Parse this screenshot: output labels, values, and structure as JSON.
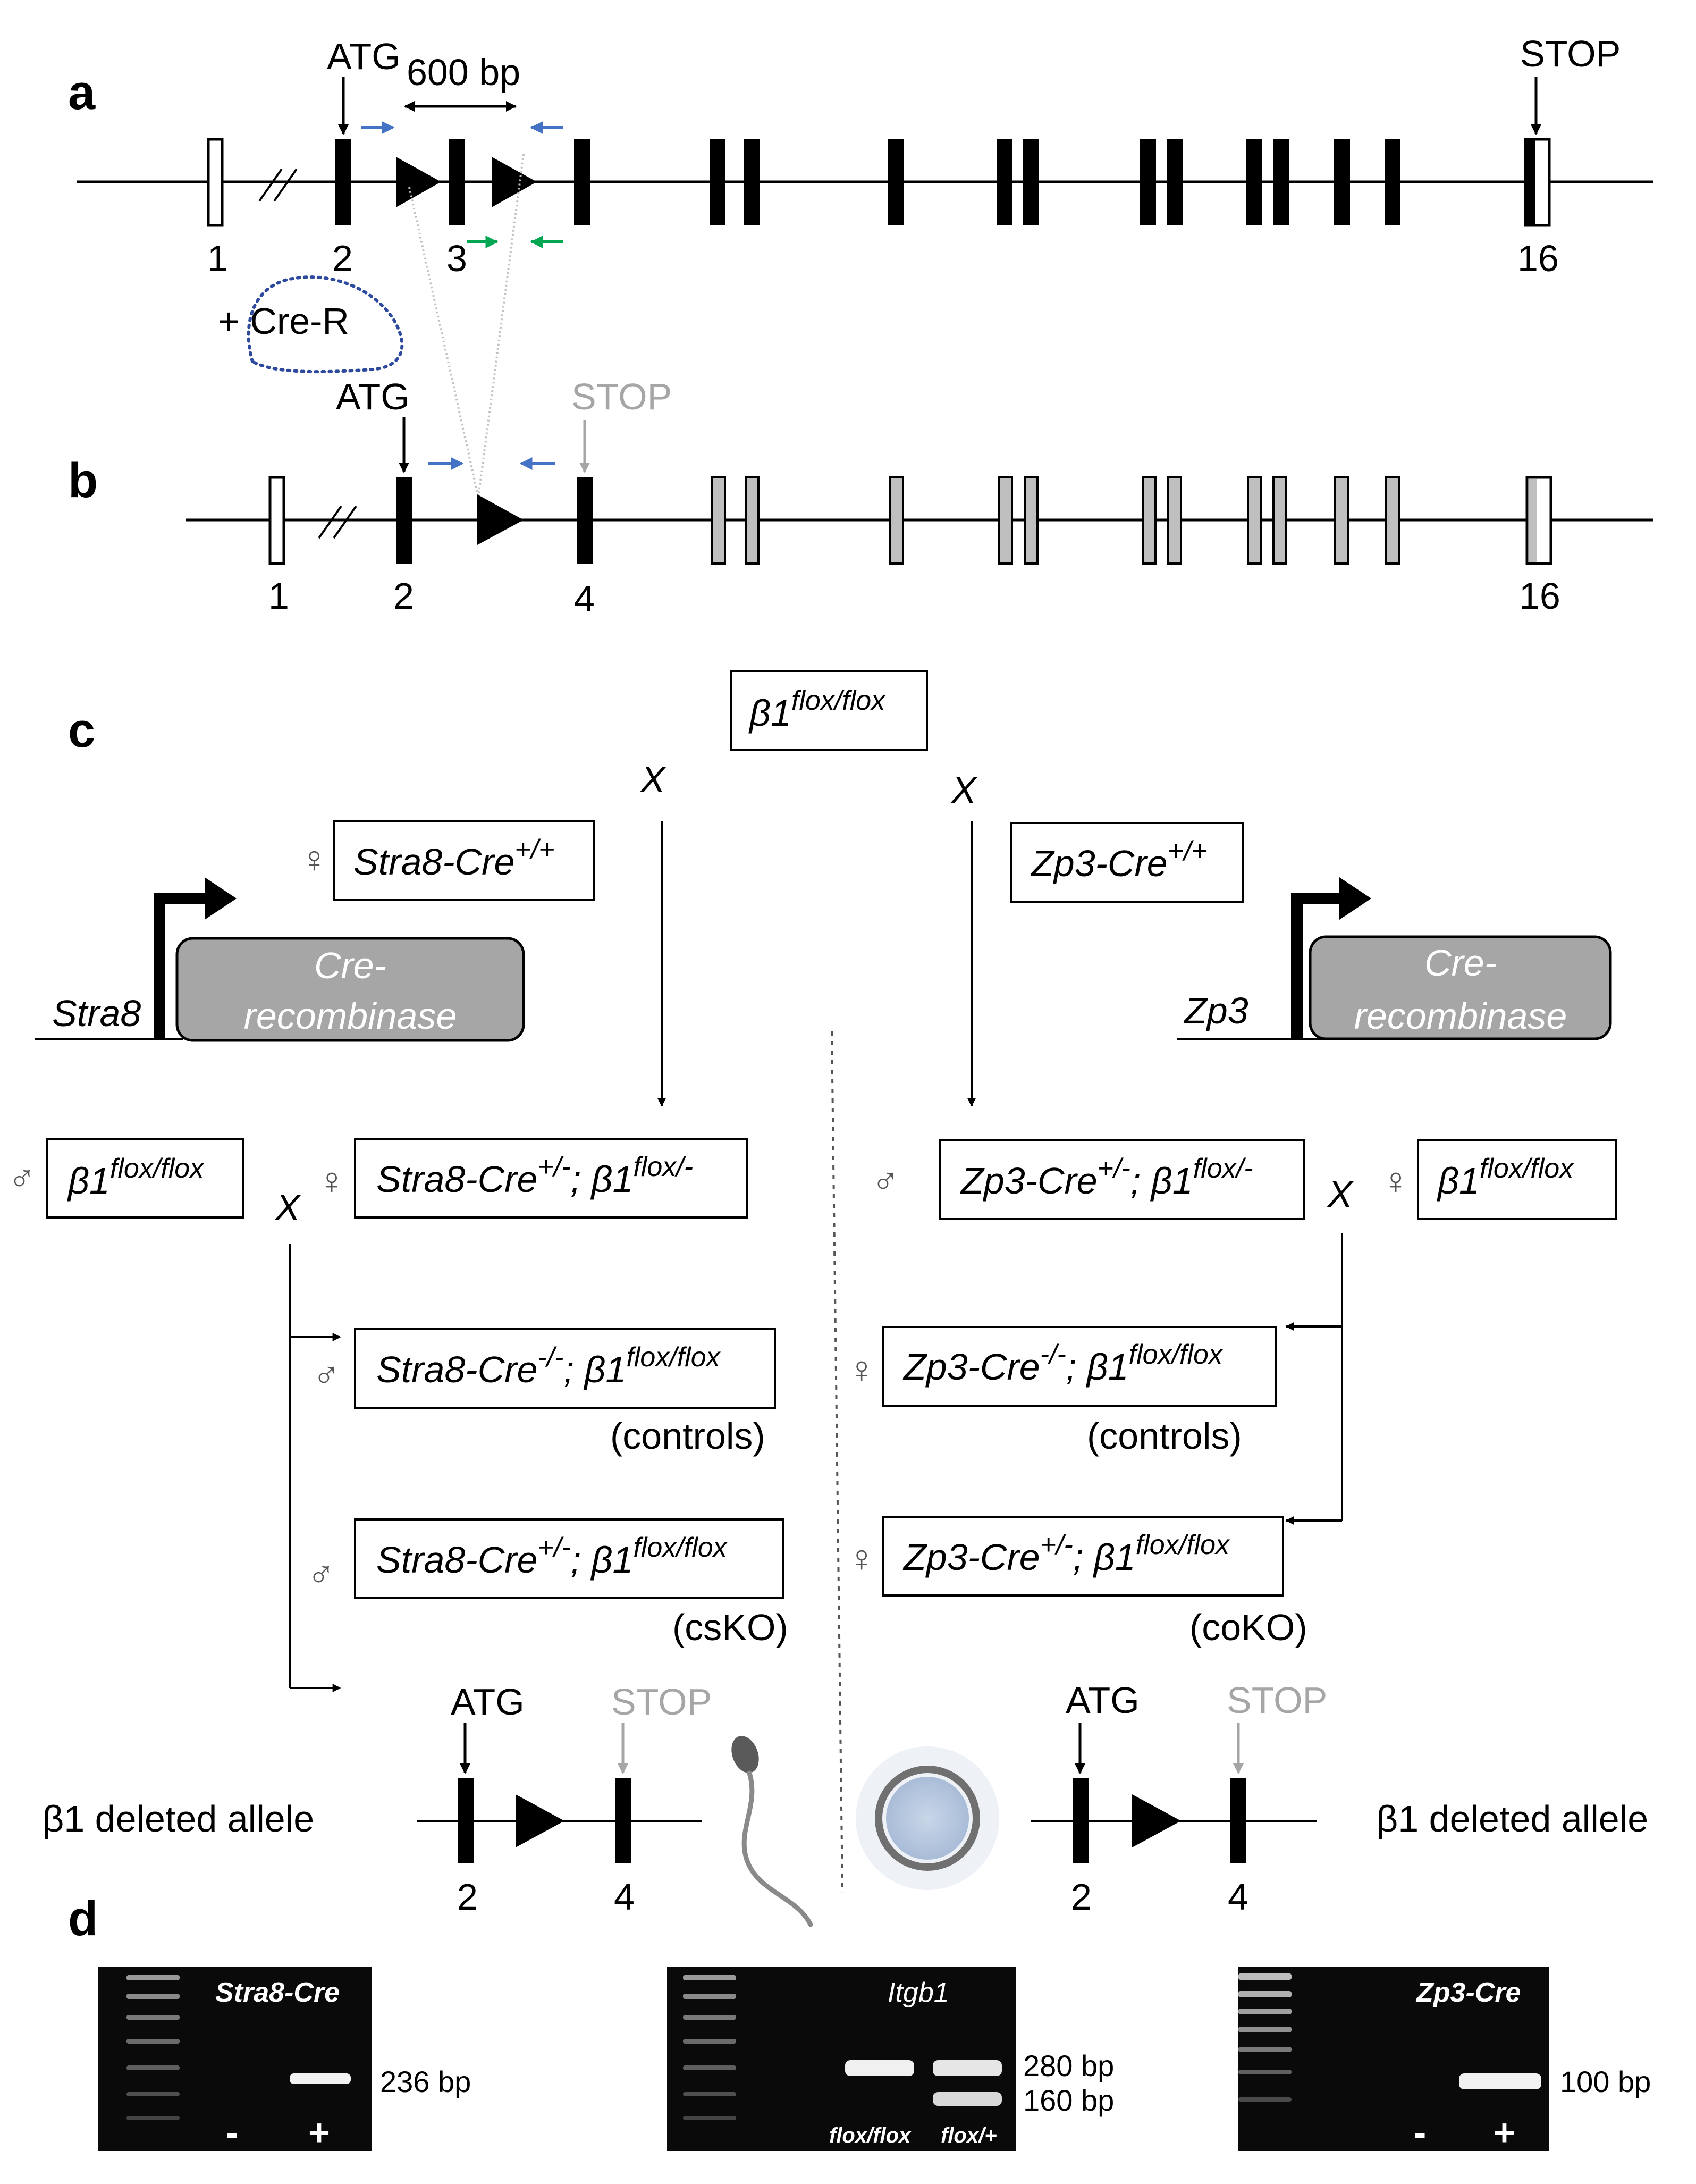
{
  "panels": {
    "a": "a",
    "b": "b",
    "c": "c",
    "d": "d"
  },
  "panel_a": {
    "atg": "ATG",
    "stop": "STOP",
    "distance": "600 bp",
    "exons": {
      "e1": "1",
      "e2": "2",
      "e3": "3",
      "e16": "16"
    }
  },
  "recombinase_label": "+ Cre-R",
  "panel_b": {
    "atg": "ATG",
    "stop": "STOP",
    "exons": {
      "e1": "1",
      "e2": "2",
      "e4": "4",
      "e16": "16"
    }
  },
  "panel_c": {
    "top_box": {
      "base": "β1",
      "sup": "flox/flox"
    },
    "cross": "X",
    "female": "♀",
    "male": "♂",
    "left": {
      "parent_box": {
        "base": "Stra8-Cre",
        "sup": "+/+"
      },
      "promoter": "Stra8",
      "cre_line1": "Cre-",
      "cre_line2": "recombinase",
      "male_parent": {
        "base": "β1",
        "sup": "flox/flox"
      },
      "f1": {
        "base1": "Stra8-Cre",
        "sup1": "+/-",
        "base2": "; β1",
        "sup2": "flox/-"
      },
      "control": {
        "base1": "Stra8-Cre",
        "sup1": "-/-",
        "base2": "; β1",
        "sup2": "flox/flox"
      },
      "control_note": "(controls)",
      "ko": {
        "base1": "Stra8-Cre",
        "sup1": "+/-",
        "base2": "; β1",
        "sup2": "flox/flox"
      },
      "ko_note": "(csKO)"
    },
    "right": {
      "parent_box": {
        "base": "Zp3-Cre",
        "sup": "+/+"
      },
      "promoter": "Zp3",
      "cre_line1": "Cre-",
      "cre_line2": "recombinase",
      "female_parent": {
        "base": "β1",
        "sup": "flox/flox"
      },
      "f1": {
        "base1": "Zp3-Cre",
        "sup1": "+/-",
        "base2": "; β1",
        "sup2": "flox/-"
      },
      "control": {
        "base1": "Zp3-Cre",
        "sup1": "-/-",
        "base2": "; β1",
        "sup2": "flox/flox"
      },
      "control_note": "(controls)",
      "ko": {
        "base1": "Zp3-Cre",
        "sup1": "+/-",
        "base2": "; β1",
        "sup2": "flox/flox"
      },
      "ko_note": "(coKO)"
    },
    "deleted_allele": {
      "label": "β1 deleted allele",
      "atg": "ATG",
      "stop": "STOP",
      "exon2": "2",
      "exon4": "4"
    }
  },
  "panel_d": {
    "gel1": {
      "title": "Stra8-Cre",
      "minus": "-",
      "plus": "+",
      "band": "236 bp"
    },
    "gel2": {
      "title": "Itgb1",
      "lane1": "flox/flox",
      "lane2": "flox/+",
      "band1": "280 bp",
      "band2": "160 bp"
    },
    "gel3": {
      "title": "Zp3-Cre",
      "minus": "-",
      "plus": "+",
      "band": "100 bp"
    }
  },
  "colors": {
    "primer_blue": "#4472c4",
    "primer_green": "#00a651",
    "dotted_blue": "#2e4a9e",
    "exon_gray": "#bfbfbf",
    "cre_box_gray": "#a6a6a6",
    "stop_gray": "#a6a6a6",
    "gel_bg": "#0a0a0a"
  }
}
